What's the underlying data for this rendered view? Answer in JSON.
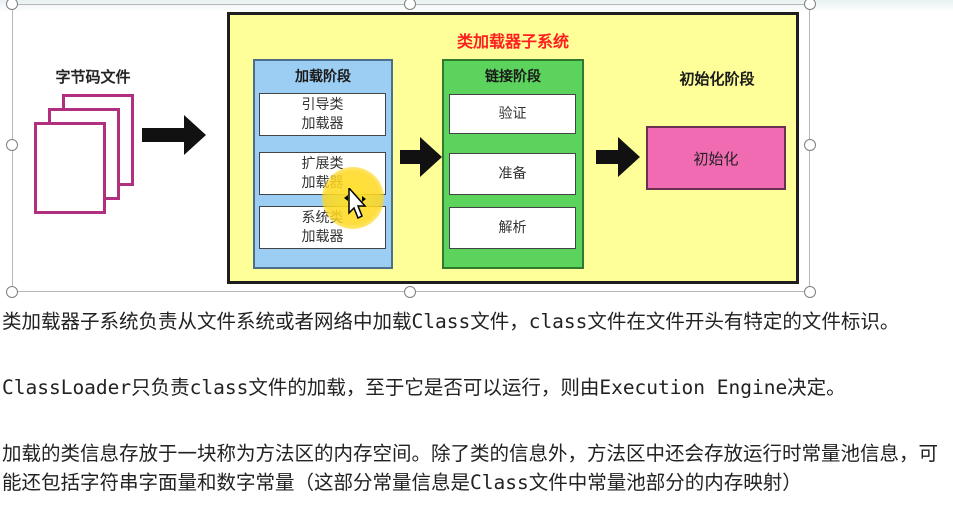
{
  "diagram": {
    "bytecode_title": "字节码文件",
    "subsystem_title": "类加载器子系统",
    "loading_stage": {
      "title": "加载阶段",
      "loaders": [
        {
          "line1": "引导类",
          "line2": "加载器"
        },
        {
          "line1": "扩展类",
          "line2": "加载器"
        },
        {
          "line1": "系统类",
          "line2": "加载器"
        }
      ]
    },
    "linking_stage": {
      "title": "链接阶段",
      "steps": [
        "验证",
        "准备",
        "解析"
      ]
    },
    "init_stage": {
      "title": "初始化阶段",
      "box": "初始化"
    },
    "colors": {
      "subsystem_bg": "#ffff9a",
      "subsystem_title": "#ff1f1f",
      "loading_bg": "#9ccdf2",
      "linking_bg": "#5cd35c",
      "init_bg": "#f06bb2",
      "file_border": "#b0307f"
    }
  },
  "text": {
    "para1": "类加载器子系统负责从文件系统或者网络中加载Class文件，class文件在文件开头有特定的文件标识。",
    "para2": "ClassLoader只负责class文件的加载，至于它是否可以运行，则由Execution Engine决定。",
    "para3": "加载的类信息存放于一块称为方法区的内存空间。除了类的信息外，方法区中还会存放运行时常量池信息，可能还包括字符串字面量和数字常量（这部分常量信息是Class文件中常量池部分的内存映射）"
  }
}
